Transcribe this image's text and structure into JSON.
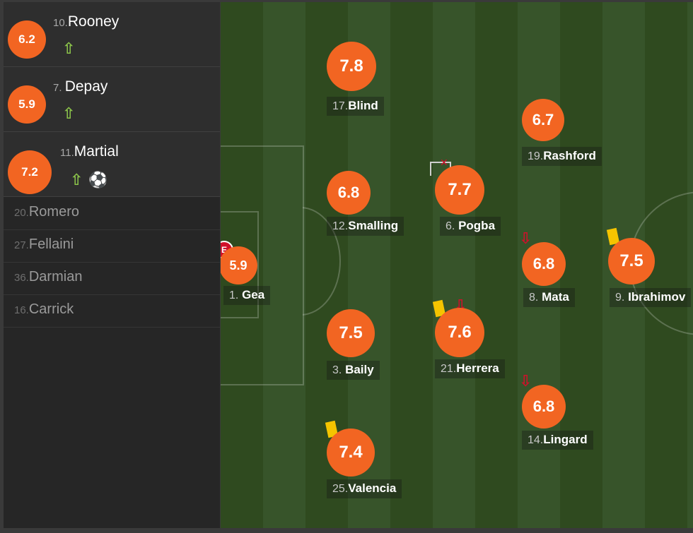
{
  "sidebar": {
    "substitutes_in": [
      {
        "number": "10.",
        "name": "Rooney",
        "rating": "6.2",
        "arrow": "⇧",
        "goal": ""
      },
      {
        "number": "7.",
        "name": "Depay",
        "rating": "5.9",
        "arrow": "⇧",
        "goal": ""
      },
      {
        "number": "11.",
        "name": "Martial",
        "rating": "7.2",
        "arrow": "⇧",
        "goal": "⚽"
      }
    ],
    "bench": [
      {
        "number": "20.",
        "name": "Romero"
      },
      {
        "number": "27.",
        "name": "Fellaini"
      },
      {
        "number": "36.",
        "name": "Darmian"
      },
      {
        "number": "16.",
        "name": "Carrick"
      }
    ]
  },
  "pitch": {
    "players": [
      {
        "number": "17.",
        "name": "Blind",
        "rating": "7.8"
      },
      {
        "number": "19.",
        "name": "Rashford",
        "rating": "6.7"
      },
      {
        "number": "12.",
        "name": "Smalling",
        "rating": "6.8"
      },
      {
        "number": "6.",
        "name": "Pogba",
        "rating": "7.7"
      },
      {
        "number": "1.",
        "name": "Gea",
        "rating": "5.9"
      },
      {
        "number": "8.",
        "name": "Mata",
        "rating": "6.8"
      },
      {
        "number": "9.",
        "name": "Ibrahimov",
        "rating": "7.5"
      },
      {
        "number": "3.",
        "name": "Baily",
        "rating": "7.5"
      },
      {
        "number": "21.",
        "name": "Herrera",
        "rating": "7.6"
      },
      {
        "number": "14.",
        "name": "Lingard",
        "rating": "6.8"
      },
      {
        "number": "25.",
        "name": "Valencia",
        "rating": "7.4"
      }
    ],
    "gea_badge": "E",
    "down_arrow": "⇩"
  },
  "colors": {
    "rating": "#f26522",
    "yellow_card": "#f5c400",
    "sub_in": "#8bc34a",
    "sub_out": "#d0102a"
  }
}
